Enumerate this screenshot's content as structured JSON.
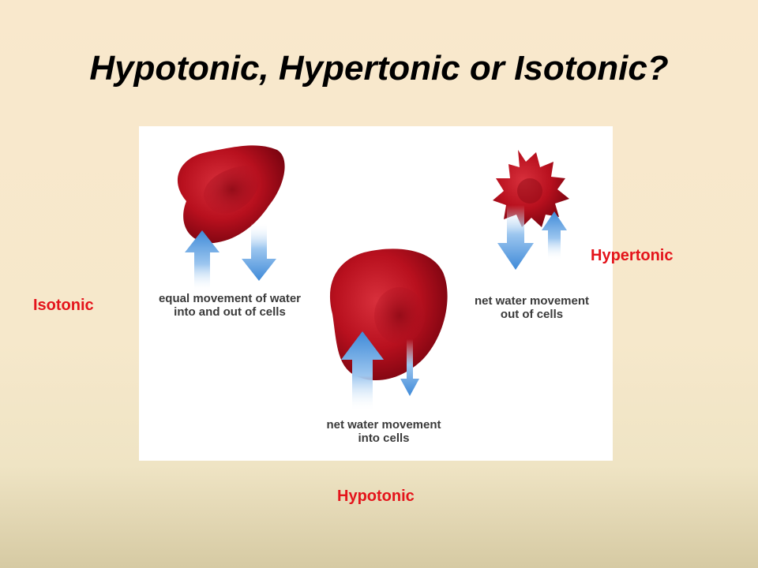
{
  "title": "Hypotonic, Hypertonic or Isotonic?",
  "diagram": {
    "isotonic_caption": "equal movement of water\ninto and out of cells",
    "hypotonic_caption": "net water movement\ninto cells",
    "hypertonic_caption": "net water movement\nout of cells"
  },
  "labels": {
    "isotonic": "Isotonic",
    "hypertonic": "Hypertonic",
    "hypotonic": "Hypotonic"
  },
  "colors": {
    "label_red": "#e4141b",
    "cell_red": "#b01020",
    "arrow_blue": "#4a90d9"
  }
}
